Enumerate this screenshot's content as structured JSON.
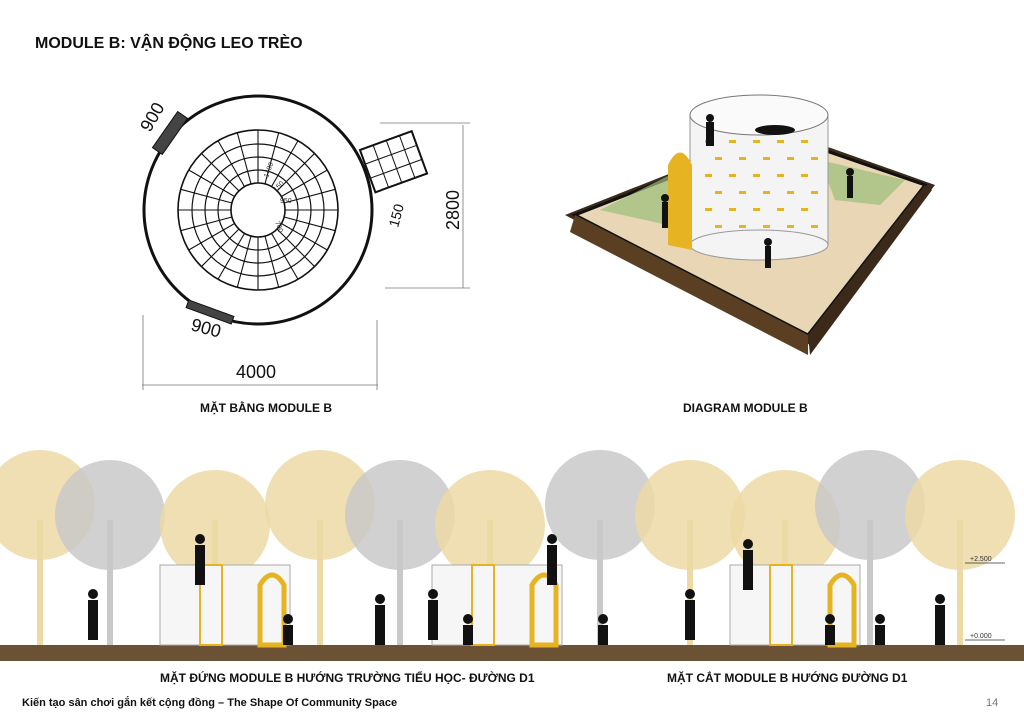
{
  "title": "MODULE B: VẬN ĐỘNG LEO TRÈO",
  "plan": {
    "caption": "MẶT BẰNG MODULE B",
    "dimensions": {
      "top_entry": "900",
      "bottom_entry": "900",
      "width": "4000",
      "height": "2800",
      "wall": "150",
      "inner_1": "1400",
      "inner_2": "150",
      "inner_3": "950",
      "inner_4": "700"
    }
  },
  "diagram": {
    "caption": "DIAGRAM MODULE B"
  },
  "elevation": {
    "caption_left": "MẶT ĐỨNG MODULE B HƯỚNG TRƯỜNG TIỂU HỌC- ĐƯỜNG D1",
    "caption_right": "MẶT CẮT  MODULE B HƯỚNG ĐƯỜNG D1",
    "level_top": "+2.500",
    "level_ground": "+0.000"
  },
  "footer": {
    "text": "Kiến tạo sân chơi gắn kết cộng đồng – The Shape Of Community Space",
    "page": "14"
  },
  "colors": {
    "tree_yellow": "#ecd9a4",
    "tree_grey": "#c9c9c9",
    "ground": "#6b5234",
    "accent_yellow": "#e6b422",
    "sand": "#e8d6b4"
  }
}
